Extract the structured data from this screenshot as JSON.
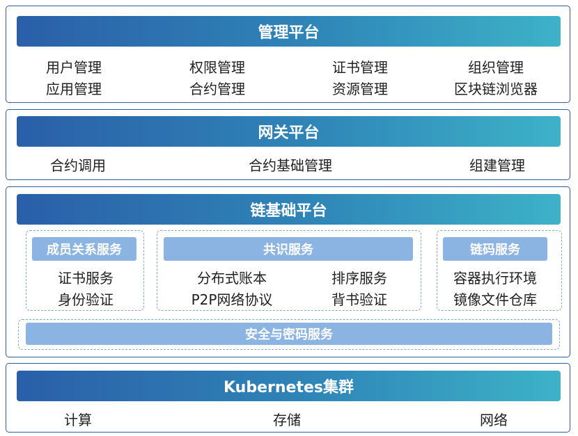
{
  "management": {
    "title": "管理平台",
    "items": [
      "用户管理",
      "权限管理",
      "证书管理",
      "组织管理",
      "应用管理",
      "合约管理",
      "资源管理",
      "区块链浏览器"
    ]
  },
  "gateway": {
    "title": "网关平台",
    "items": [
      "合约调用",
      "合约基础管理",
      "组建管理"
    ]
  },
  "chain": {
    "title": "链基础平台",
    "member": {
      "title": "成员关系服务",
      "items": [
        "证书服务",
        "身份验证"
      ]
    },
    "consensus": {
      "title": "共识服务",
      "items": [
        "分布式账本",
        "排序服务",
        "P2P网络协议",
        "背书验证"
      ]
    },
    "chaincode": {
      "title": "链码服务",
      "items": [
        "容器执行环境",
        "镜像文件仓库"
      ]
    },
    "security": {
      "title": "安全与密码服务"
    }
  },
  "kubernetes": {
    "title": "Kubernetes集群",
    "items": [
      "计算",
      "存储",
      "网络"
    ]
  },
  "colors": {
    "border": "#2d5d9a",
    "bar_start": "#2a5fa8",
    "bar_end": "#3eb2c8",
    "sub_bar": "#8cb4e2",
    "dashed": "#7fa9cf"
  }
}
